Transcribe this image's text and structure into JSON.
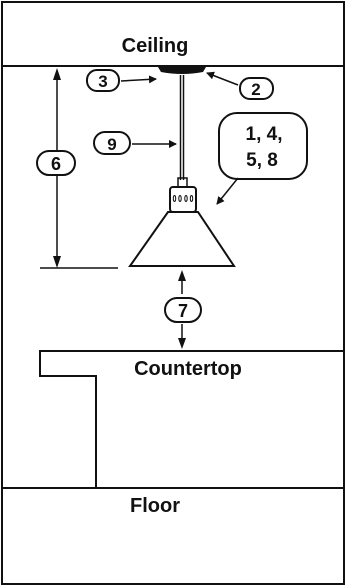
{
  "labels": {
    "ceiling": "Ceiling",
    "countertop": "Countertop",
    "floor": "Floor"
  },
  "callouts": {
    "c2": "2",
    "c3": "3",
    "c6": "6",
    "c7": "7",
    "c9": "9",
    "group_line1": "1, 4,",
    "group_line2": "5, 8"
  },
  "colors": {
    "ink": "#111111",
    "background": "#ffffff"
  }
}
